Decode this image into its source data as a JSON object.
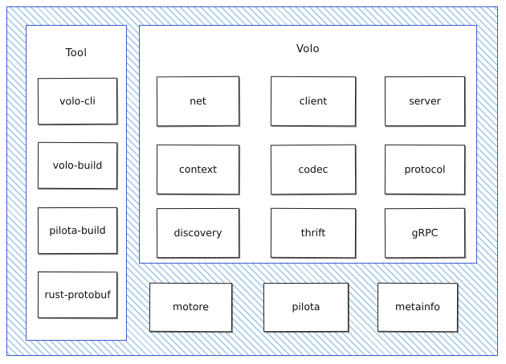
{
  "diagram": {
    "title_hidden": "",
    "outer": {
      "style": "hatched-blue-container"
    },
    "panels": [
      {
        "name": "tool",
        "title": "Tool",
        "nodes": [
          {
            "label": "volo-cli"
          },
          {
            "label": "volo-build"
          },
          {
            "label": "pilota-build"
          },
          {
            "label": "rust-protobuf"
          }
        ]
      },
      {
        "name": "volo",
        "title": "Volo",
        "nodes": [
          {
            "label": "net"
          },
          {
            "label": "client"
          },
          {
            "label": "server"
          },
          {
            "label": "context"
          },
          {
            "label": "codec"
          },
          {
            "label": "protocol"
          },
          {
            "label": "discovery"
          },
          {
            "label": "thrift"
          },
          {
            "label": "gRPC"
          }
        ]
      }
    ],
    "base_nodes": [
      {
        "label": "motore"
      },
      {
        "label": "pilota"
      },
      {
        "label": "metainfo"
      }
    ],
    "colors": {
      "accent_border": "#3b5bd4",
      "hatch": "#9ec5e8",
      "node_border": "#1d1d1d",
      "background": "#ffffff"
    }
  }
}
